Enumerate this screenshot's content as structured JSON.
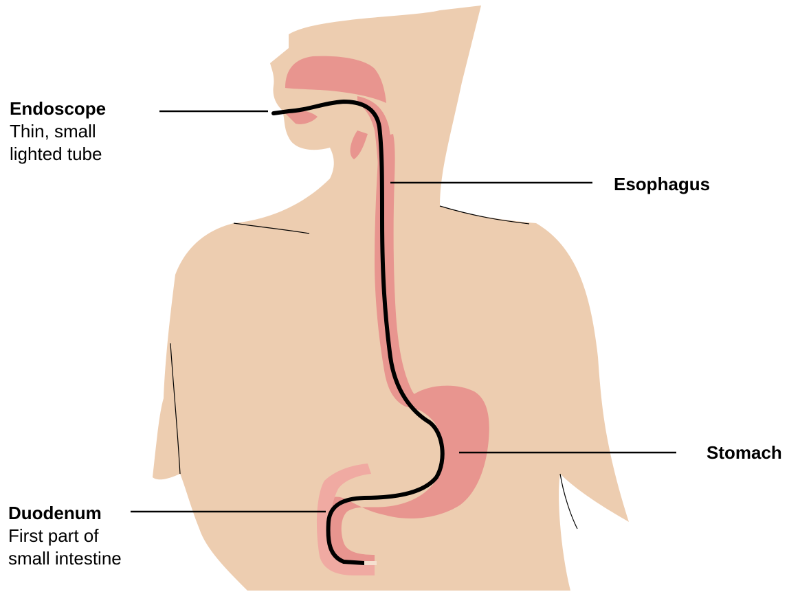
{
  "diagram": {
    "colors": {
      "skin": "#edcdb0",
      "organ": "#e8958f",
      "organ_light": "#f0aaa2",
      "outline": "#000000",
      "scope": "#000000"
    },
    "labels": {
      "endoscope": {
        "name": "Endoscope",
        "line1": "Thin, small",
        "line2": "lighted tube"
      },
      "esophagus": {
        "name": "Esophagus"
      },
      "stomach": {
        "name": "Stomach"
      },
      "duodenum": {
        "name": "Duodenum",
        "line1": "First part of",
        "line2": "small intestine"
      }
    }
  }
}
